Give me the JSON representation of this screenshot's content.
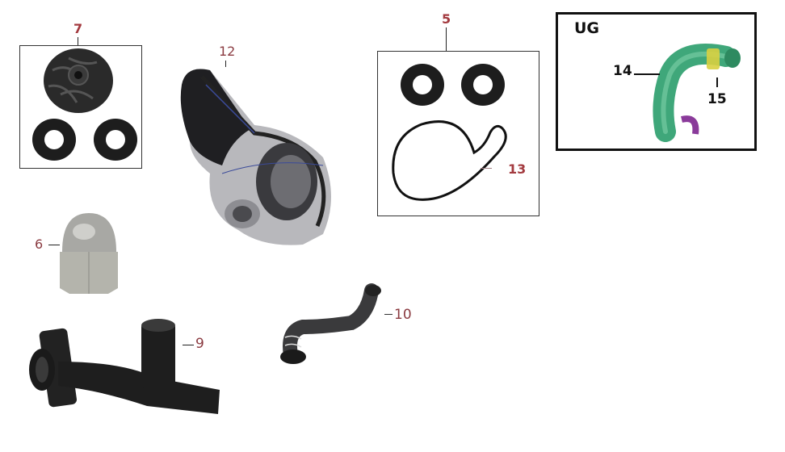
{
  "diagram": {
    "type": "exploded-parts-diagram",
    "subject": "water pump assembly",
    "callouts": [
      {
        "id": "7",
        "label": "7",
        "part": "impeller with two oil seals (kit)"
      },
      {
        "id": "12",
        "label": "12",
        "part": "water pump housing"
      },
      {
        "id": "5",
        "label": "5",
        "part": "oil seal kit (two seals + o-ring)"
      },
      {
        "id": "13",
        "label": "13",
        "part": "o-ring gasket"
      },
      {
        "id": "6",
        "label": "6",
        "part": "acorn cap nut"
      },
      {
        "id": "9",
        "label": "9",
        "part": "water pipe / T-connector"
      },
      {
        "id": "10",
        "label": "10",
        "part": "coolant hose"
      },
      {
        "id": "14",
        "label": "14",
        "part": "green coolant hose (UG)"
      },
      {
        "id": "15",
        "label": "15",
        "part": "hose clamp (UG)"
      }
    ],
    "inset": {
      "title": "UG"
    },
    "colors": {
      "callout_text": "#a33a3f",
      "inset_border": "#111111",
      "frame_border": "#333333",
      "hose_green": "#3fa77a",
      "clamp_yellow": "#d8d040",
      "clamp_purple": "#8a3a9a"
    }
  }
}
